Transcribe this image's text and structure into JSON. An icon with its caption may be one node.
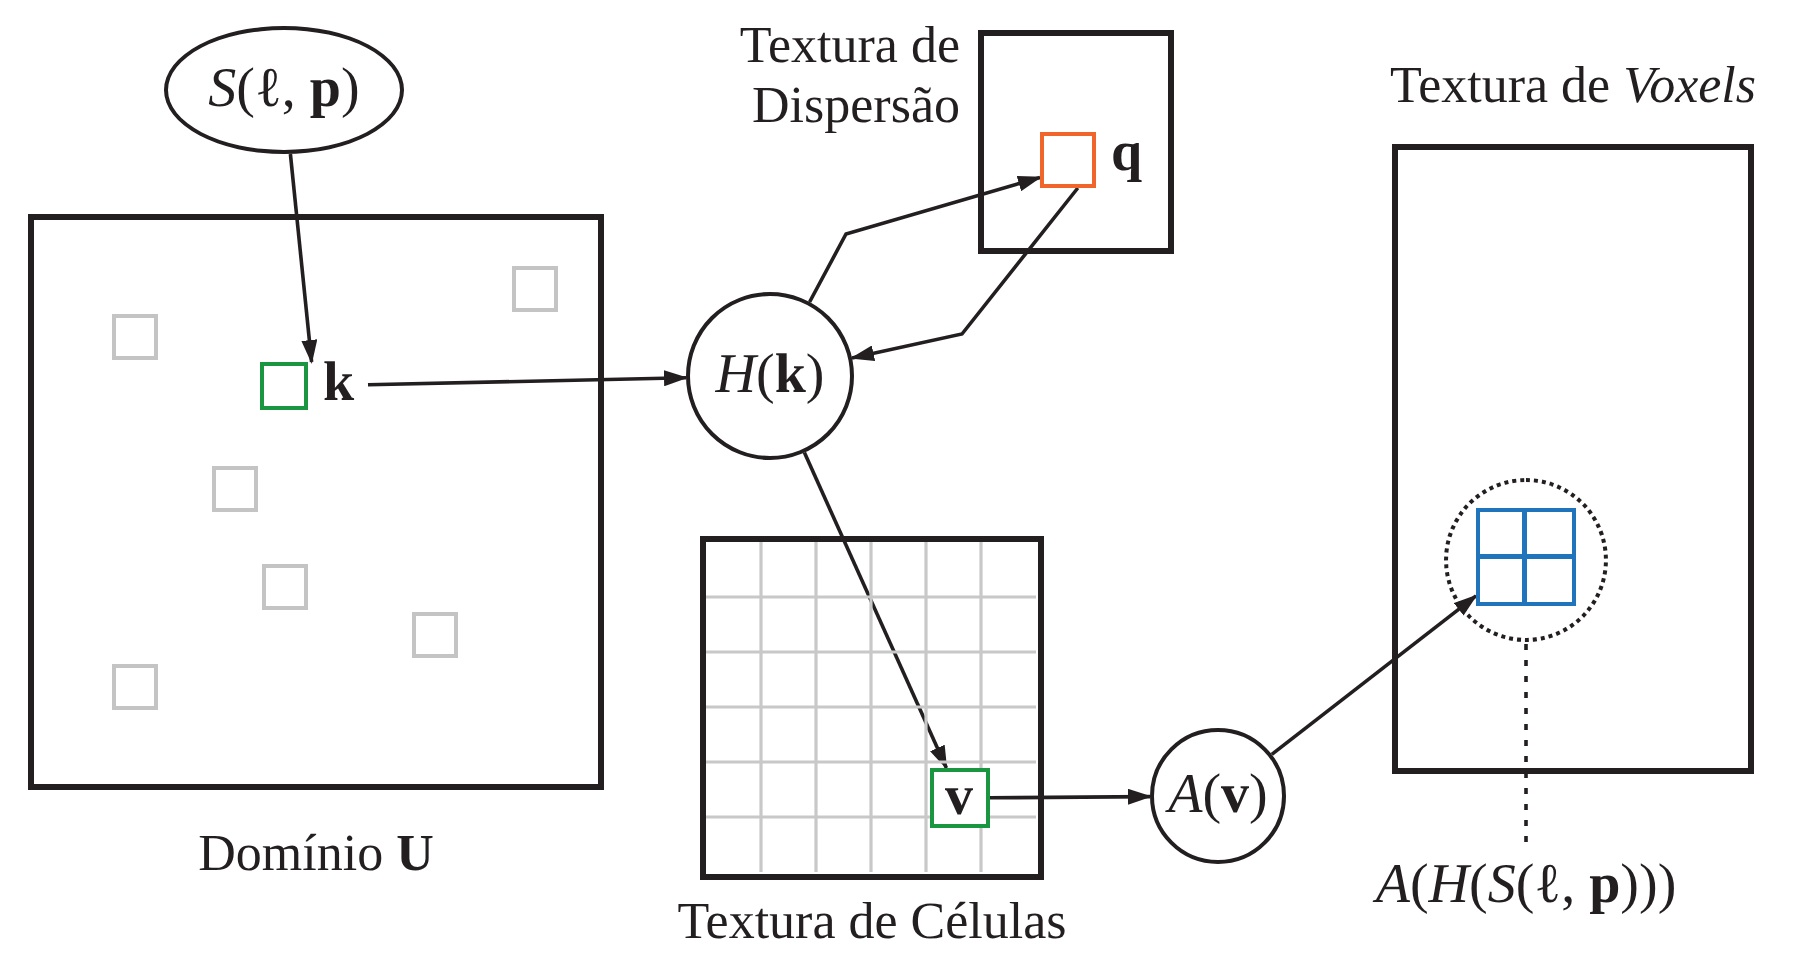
{
  "diagram": {
    "nodes": [
      {
        "text": [
          "*S*(ℓ, **p**)"
        ]
      },
      {
        "text": [
          "Domínio **U**"
        ]
      },
      {
        "text": [],
        "shape": "box",
        "in": 1
      },
      {
        "text": [],
        "shape": "box",
        "in": 1
      },
      {
        "text": [],
        "shape": "box",
        "in": 1,
        "beside": [
          "k"
        ]
      },
      {
        "text": [],
        "shape": "box",
        "in": 1
      },
      {
        "text": [],
        "shape": "box",
        "in": 1
      },
      {
        "text": [],
        "shape": "box",
        "in": 1
      },
      {
        "text": [],
        "shape": "box",
        "in": 1
      },
      {
        "text": [
          "*H*(**k**)"
        ]
      },
      {
        "text": [
          "Textura de Dispersão"
        ]
      },
      {
        "text": [],
        "shape": "box",
        "in": 10,
        "beside": [
          "q"
        ]
      },
      {
        "text": [
          "Textura de Células"
        ]
      },
      {
        "text": [
          "v"
        ],
        "in": 12
      },
      {
        "text": [
          "*A*(**v**)"
        ]
      },
      {
        "text": [
          "Textura de *Voxels*"
        ]
      },
      {
        "text": [],
        "shape": "circle",
        "in": 15
      },
      {
        "text": [],
        "shape": "box",
        "in": 16
      },
      {
        "text": [
          "*A*(*H*(*S*(ℓ, **p**)))"
        ]
      }
    ],
    "edges": [
      {
        "from": 0,
        "to": 4,
        "arrow": "to"
      },
      {
        "from": 4,
        "to": 9,
        "arrow": "to"
      },
      {
        "from": 9,
        "to": 11,
        "arrow": "to"
      },
      {
        "from": 11,
        "to": 9,
        "arrow": "to"
      },
      {
        "from": 9,
        "to": 13,
        "arrow": "to"
      },
      {
        "from": 13,
        "to": 14,
        "arrow": "to"
      },
      {
        "from": 14,
        "to": 17,
        "arrow": "to"
      },
      {
        "from": 18,
        "to": 16,
        "arrow": "none",
        "style": "dashed"
      }
    ]
  }
}
